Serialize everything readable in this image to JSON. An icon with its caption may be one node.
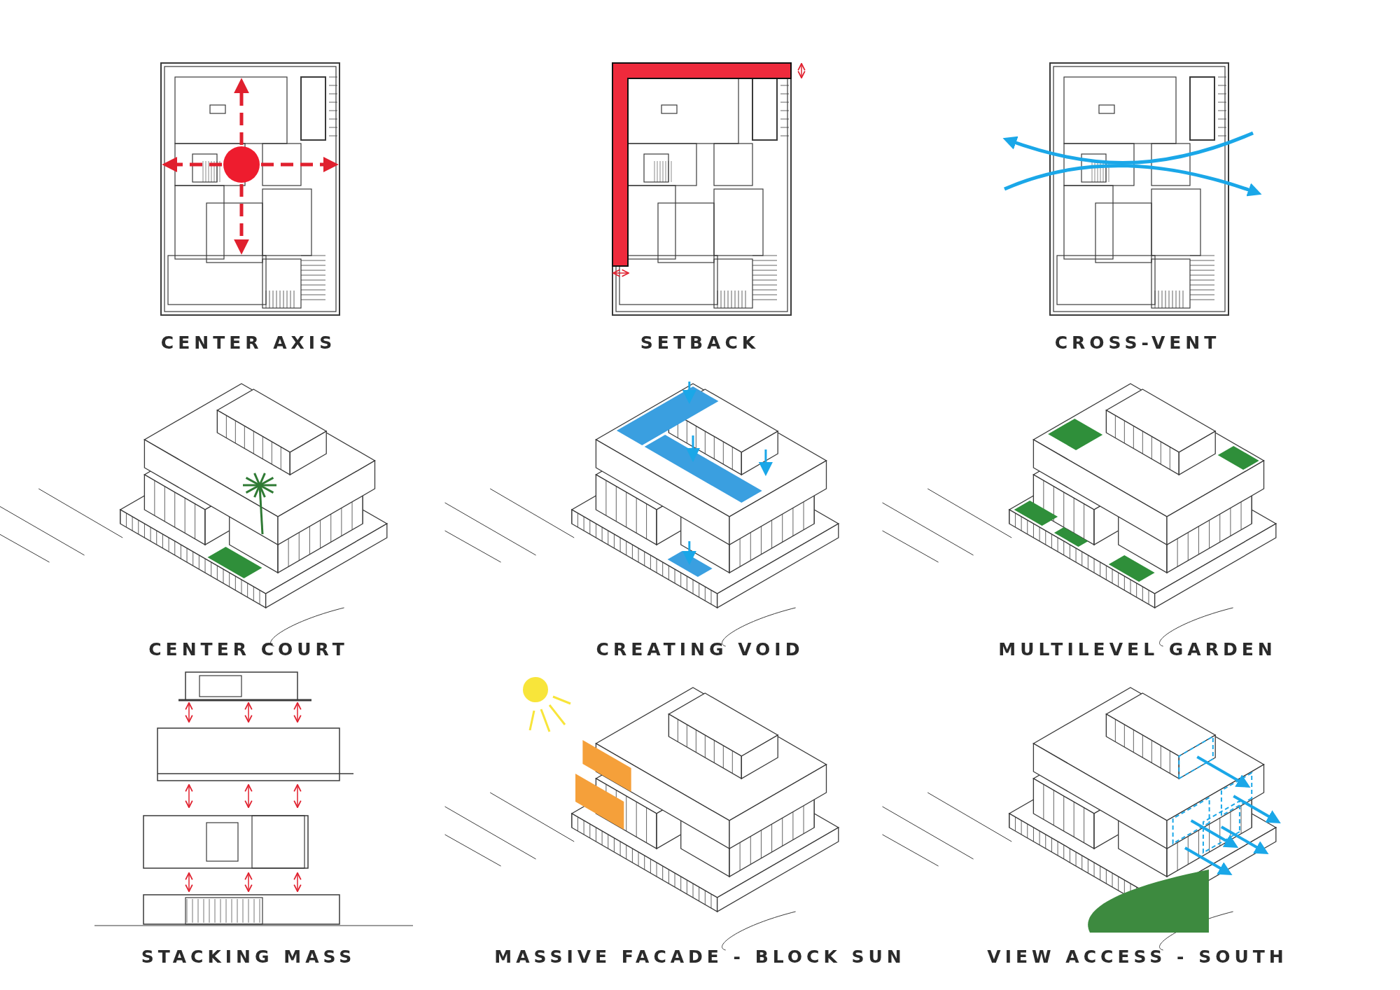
{
  "diagram": {
    "labels": [
      "CENTER AXIS",
      "SETBACK",
      "CROSS-VENT",
      "CENTER COURT",
      "CREATING VOID",
      "MULTILEVEL GARDEN",
      "STACKING MASS",
      "MASSIVE FACADE - BLOCK SUN",
      "VIEW ACCESS - SOUTH"
    ]
  }
}
